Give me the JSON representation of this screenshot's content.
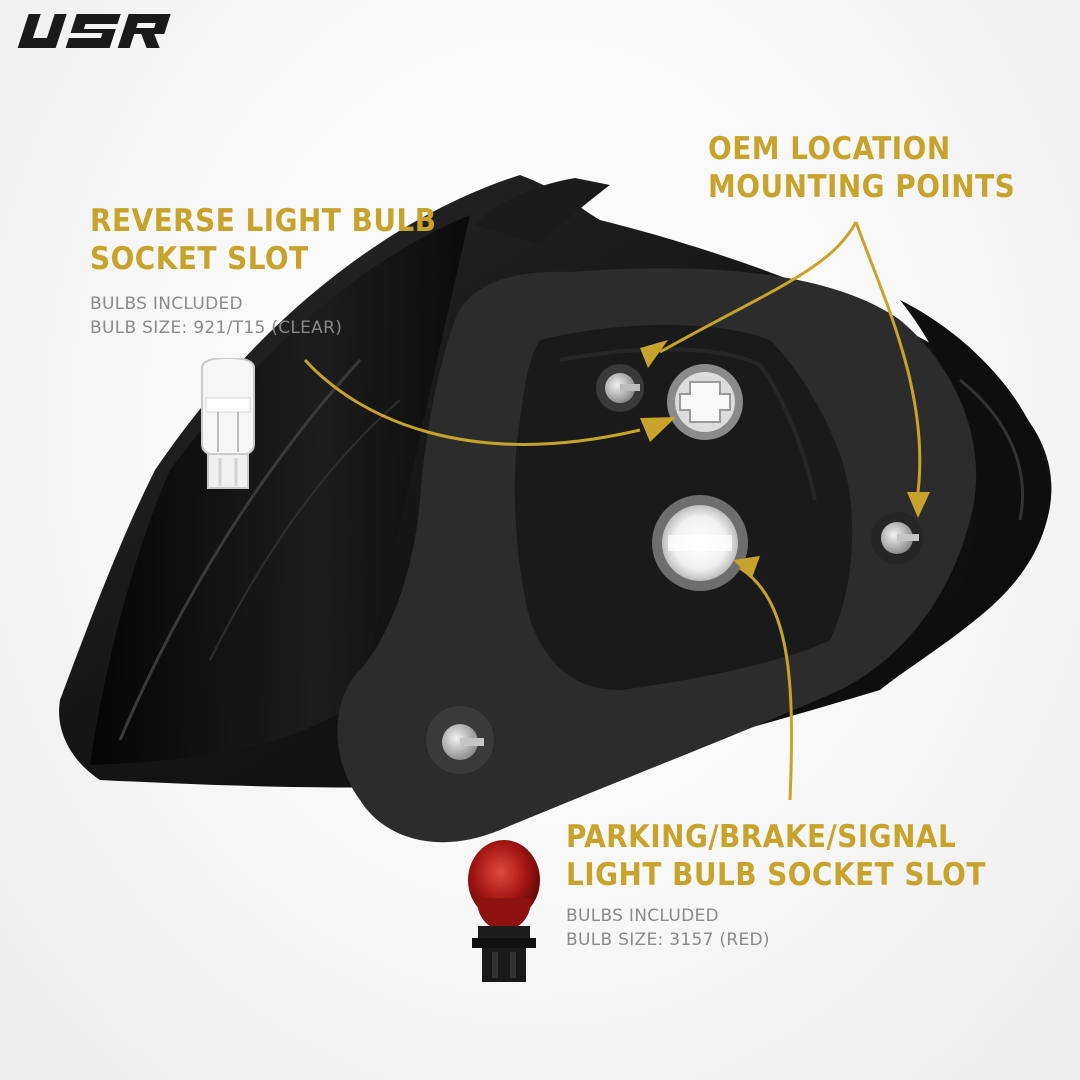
{
  "brand": {
    "logo_text": "USR",
    "accent_color": "#c8a32b"
  },
  "annotations": {
    "reverse": {
      "title_line1": "REVERSE LIGHT BULB",
      "title_line2": "SOCKET SLOT",
      "detail_line1": "BULBS INCLUDED",
      "detail_line2": "BULB SIZE: 921/T15 (CLEAR)"
    },
    "oem": {
      "title_line1": "OEM LOCATION",
      "title_line2": "MOUNTING POINTS"
    },
    "parking": {
      "title_line1": "PARKING/BRAKE/SIGNAL",
      "title_line2": "LIGHT BULB SOCKET SLOT",
      "detail_line1": "BULBS INCLUDED",
      "detail_line2": "BULB SIZE: 3157 (RED)"
    }
  },
  "icons": {
    "clear_bulb": "921-t15-clear-bulb",
    "red_bulb": "3157-red-bulb"
  }
}
